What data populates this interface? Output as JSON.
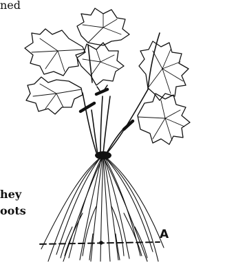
{
  "text_fragments": {
    "top_line": "ned",
    "bold_line_1": "hey",
    "bold_line_2": "oots"
  },
  "figure": {
    "label": "A"
  },
  "colors": {
    "ink": "#111111",
    "background": "#ffffff"
  }
}
